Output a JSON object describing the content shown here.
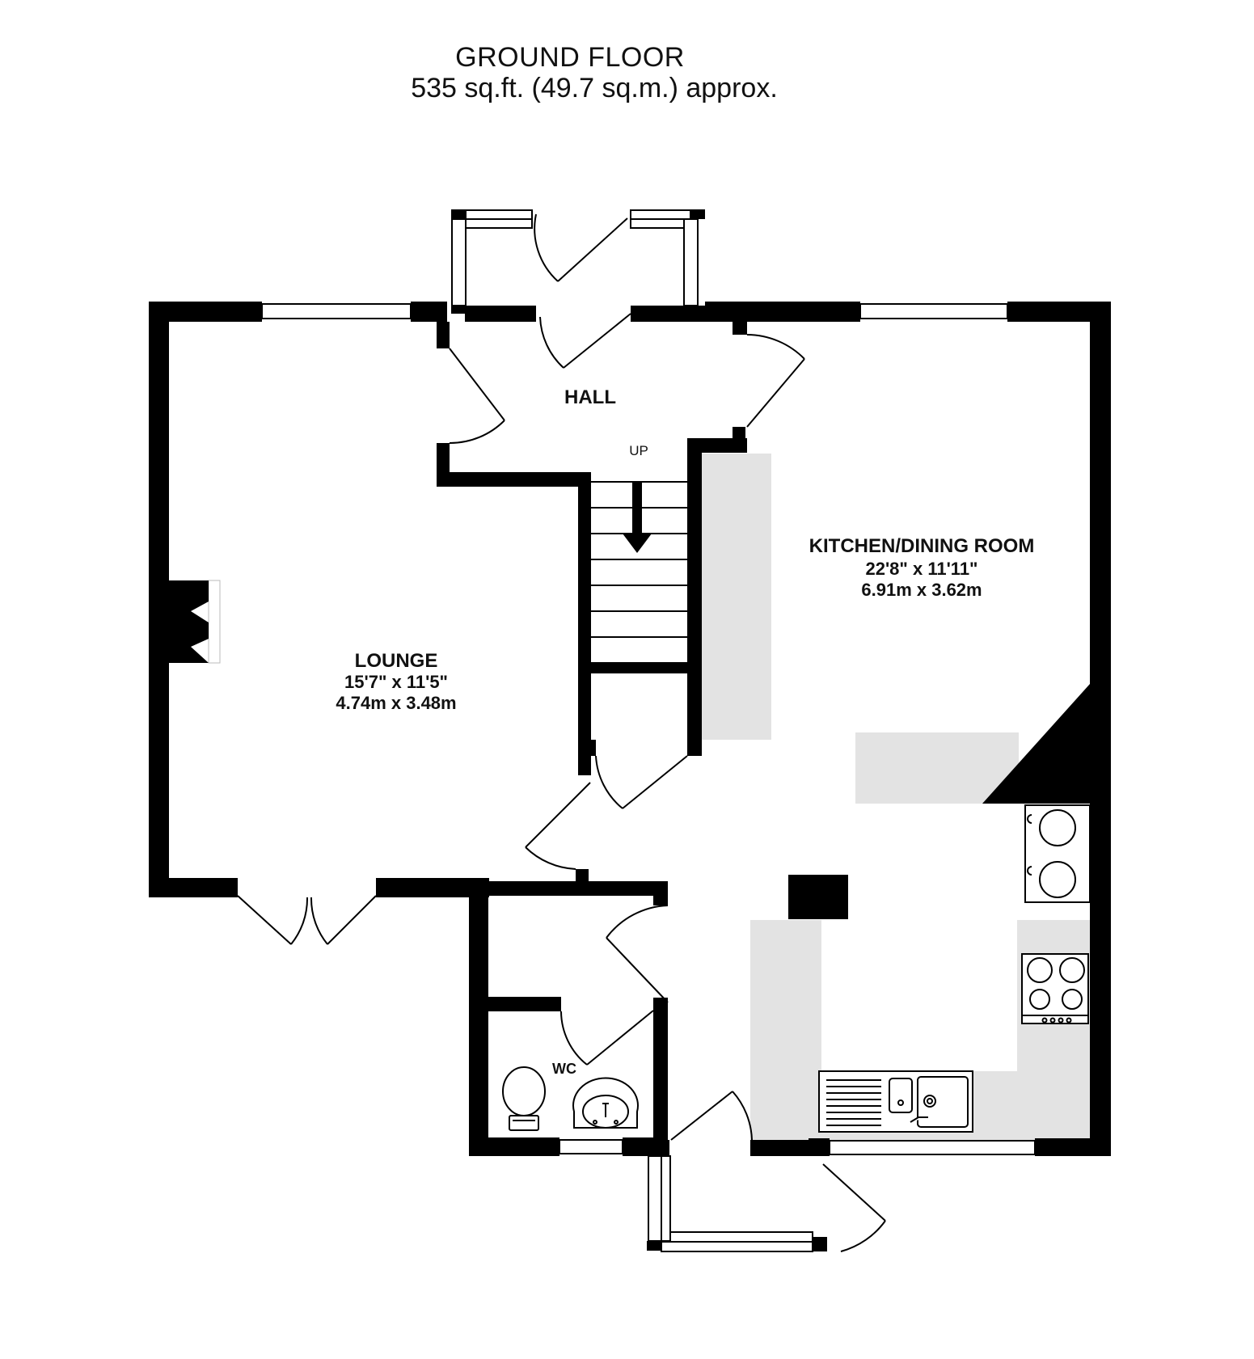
{
  "header": {
    "floor_name": "GROUND FLOOR",
    "area": "535 sq.ft. (49.7 sq.m.) approx."
  },
  "rooms": {
    "hall": {
      "name": "HALL"
    },
    "stairs": {
      "label": "UP"
    },
    "lounge": {
      "name": "LOUNGE",
      "dim_imperial": "15'7\"  x 11'5\"",
      "dim_metric": "4.74m  x 3.48m"
    },
    "kitchen": {
      "name": "KITCHEN/DINING ROOM",
      "dim_imperial": "22'8\"  x 11'11\"",
      "dim_metric": "6.91m  x 3.62m"
    },
    "wc": {
      "name": "WC"
    }
  },
  "colors": {
    "wall": "#000000",
    "fitted_units": "#e3e3e3",
    "background": "#ffffff"
  }
}
